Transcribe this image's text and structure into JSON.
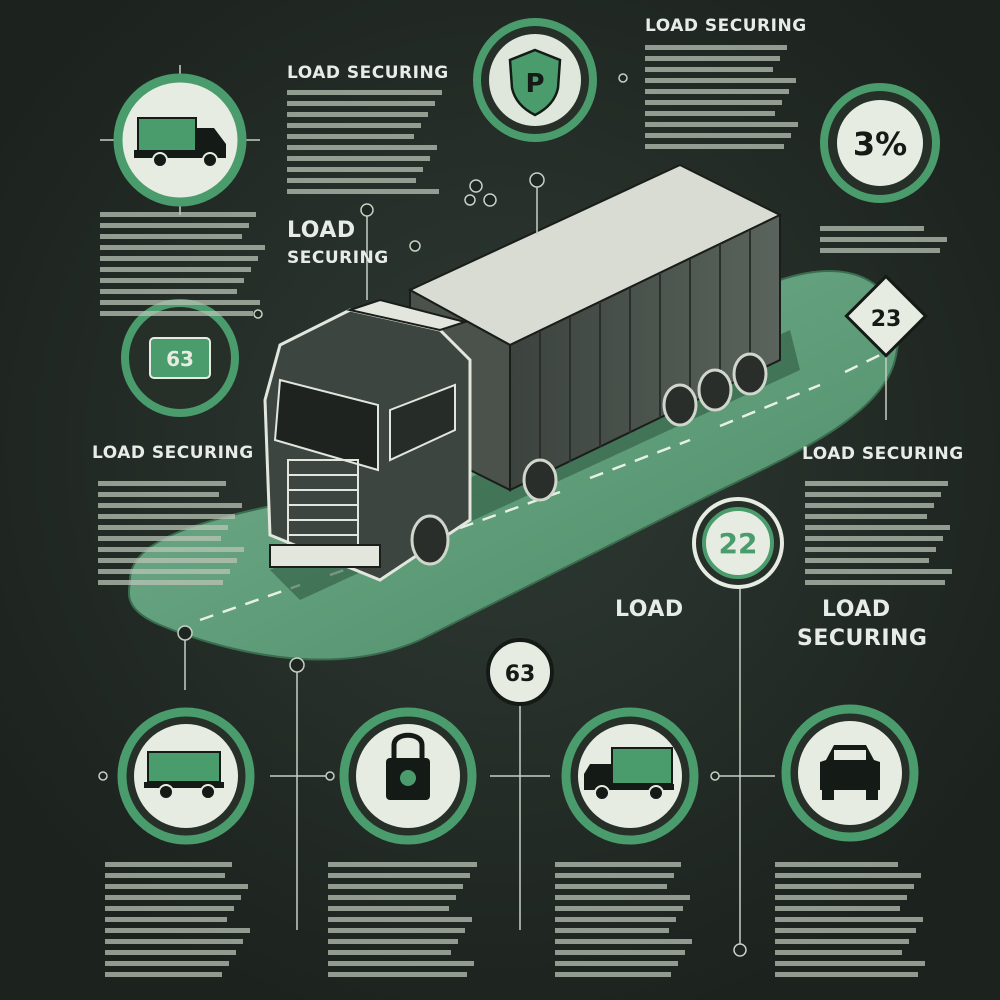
{
  "labels": {
    "heading_top_center": "LOAD SECURING",
    "heading_top_left": "LOAD SECURING",
    "heading_mid_left_line1": "LOAD",
    "heading_mid_left_line2": "SECURING",
    "heading_left": "LOAD SECURING",
    "heading_right": "LOAD SECURING",
    "heading_bottom_center": "LOAD",
    "heading_bottom_right_line1": "LOAD",
    "heading_bottom_right_line2": "SECURING"
  },
  "badges": {
    "percent": "3%",
    "sign_value": "23",
    "round_value": "22",
    "pin_value": "63",
    "left_square": "63",
    "shield_letter": "P"
  },
  "icons": {
    "top_left": "box-truck-icon",
    "shield": "shield-icon",
    "mid_left": "display-icon",
    "bottom_1": "trailer-icon",
    "bottom_2": "padlock-icon",
    "bottom_3": "delivery-truck-icon",
    "bottom_4": "car-icon"
  },
  "colors": {
    "background": "#1f2621",
    "accent_green": "#4a9c6c",
    "road_green": "#5f9f7a",
    "icon_fill": "#e7ece2",
    "text": "#e8ece6"
  }
}
